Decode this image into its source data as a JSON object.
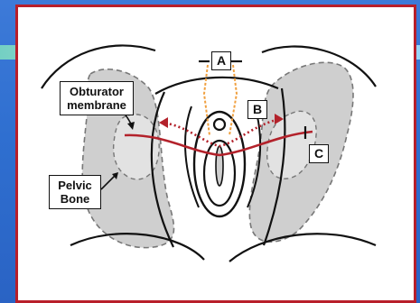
{
  "labels": {
    "obturator_line1": "Obturator",
    "obturator_line2": "membrane",
    "pelvic_line1": "Pelvic",
    "pelvic_line2": "Bone",
    "a": "A",
    "b": "B",
    "c": "C"
  },
  "colors": {
    "frame_border": "#b81f2a",
    "bone_fill": "#cfcfcf",
    "membrane_fill": "#e2e2e2",
    "tape_red": "#b3222b",
    "approach_orange": "#f0a040",
    "background_blue": "#2f6fd0"
  }
}
